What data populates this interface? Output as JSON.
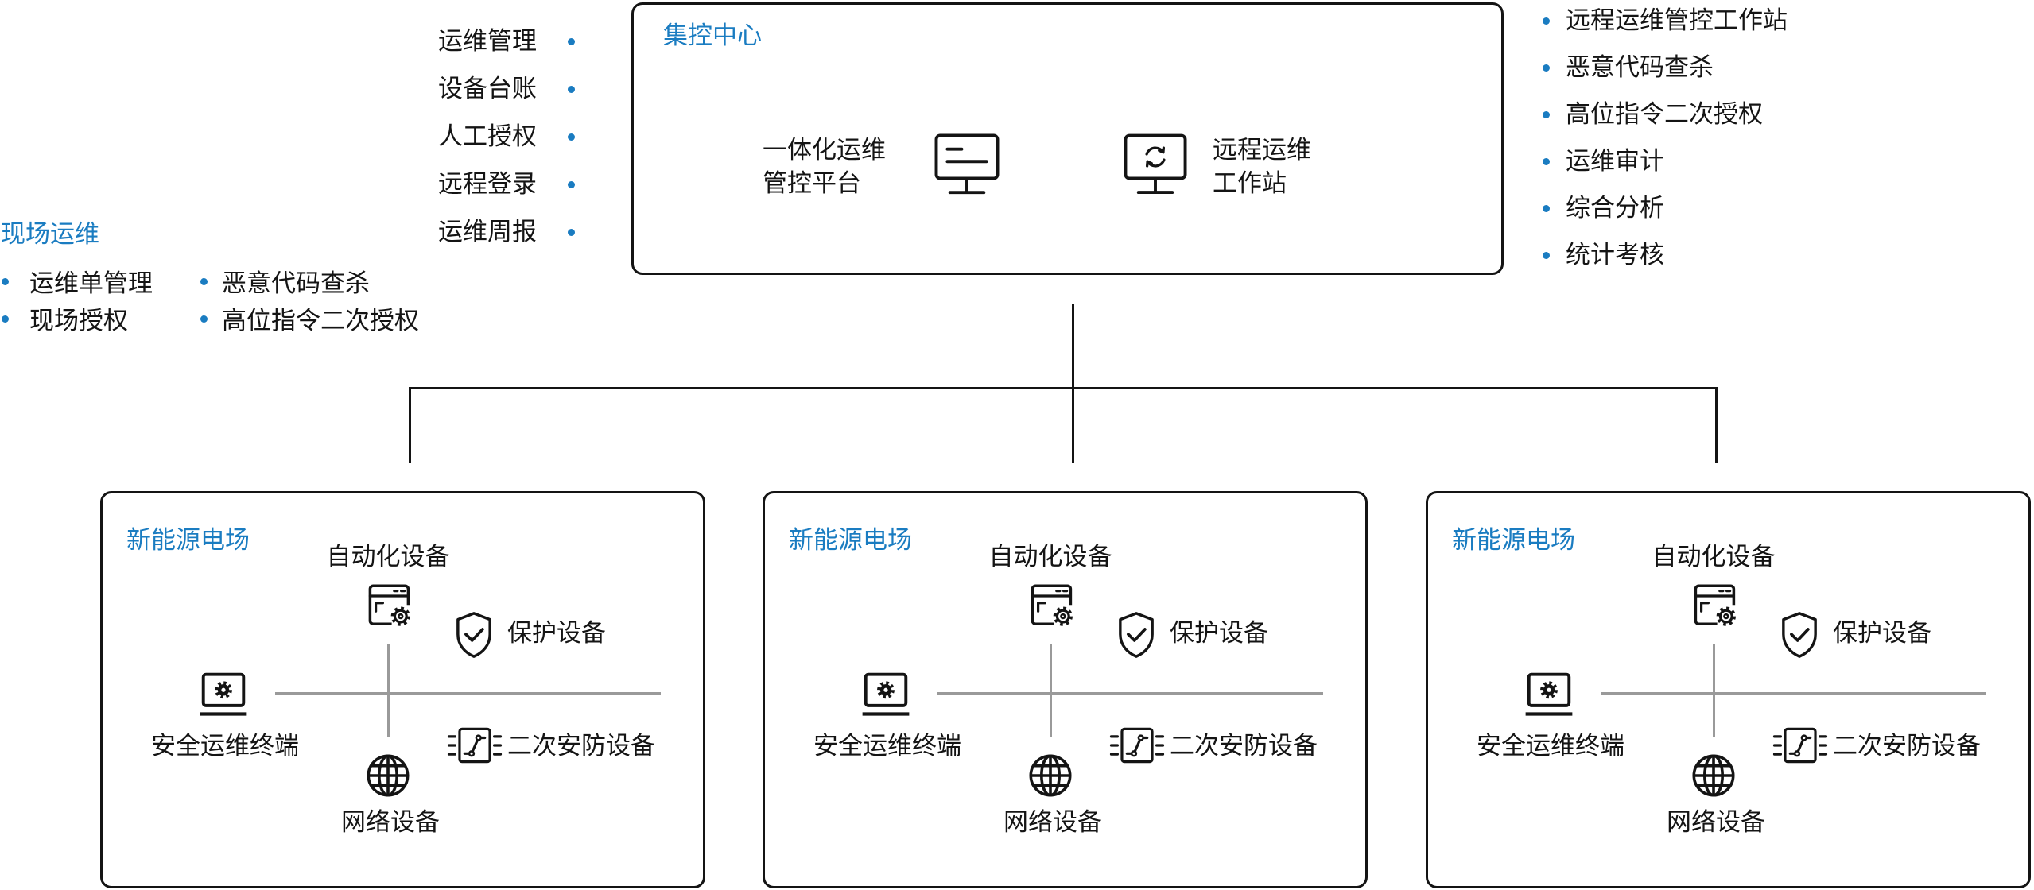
{
  "colors": {
    "accent": "#1a7cc1",
    "line": "#9a9a9a",
    "stroke": "#141414"
  },
  "center_functions": [
    "运维管理",
    "设备台账",
    "人工授权",
    "远程登录",
    "运维周报"
  ],
  "control_center": {
    "title": "集控中心",
    "platform": {
      "line1": "一体化运维",
      "line2": "管控平台",
      "icon": "monitor-icon"
    },
    "workstation": {
      "line1": "远程运维",
      "line2": "工作站",
      "icon": "monitor-refresh-icon"
    }
  },
  "remote_functions": [
    "远程运维管控工作站",
    "恶意代码查杀",
    "高位指令二次授权",
    "运维审计",
    "综合分析",
    "统计考核"
  ],
  "onsite": {
    "title": "现场运维",
    "items_left": [
      "运维单管理",
      "现场授权"
    ],
    "items_right": [
      "恶意代码查杀",
      "高位指令二次授权"
    ]
  },
  "station_icons": {
    "automation": "server-gear-icon",
    "protection": "shield-check-icon",
    "terminal": "laptop-gear-icon",
    "network": "globe-icon",
    "security": "security-device-icon"
  },
  "stations": [
    {
      "title": "新能源电场",
      "automation": "自动化设备",
      "protection": "保护设备",
      "terminal": "安全运维终端",
      "network": "网络设备",
      "security": "二次安防设备"
    },
    {
      "title": "新能源电场",
      "automation": "自动化设备",
      "protection": "保护设备",
      "terminal": "安全运维终端",
      "network": "网络设备",
      "security": "二次安防设备"
    },
    {
      "title": "新能源电场",
      "automation": "自动化设备",
      "protection": "保护设备",
      "terminal": "安全运维终端",
      "network": "网络设备",
      "security": "二次安防设备"
    }
  ]
}
